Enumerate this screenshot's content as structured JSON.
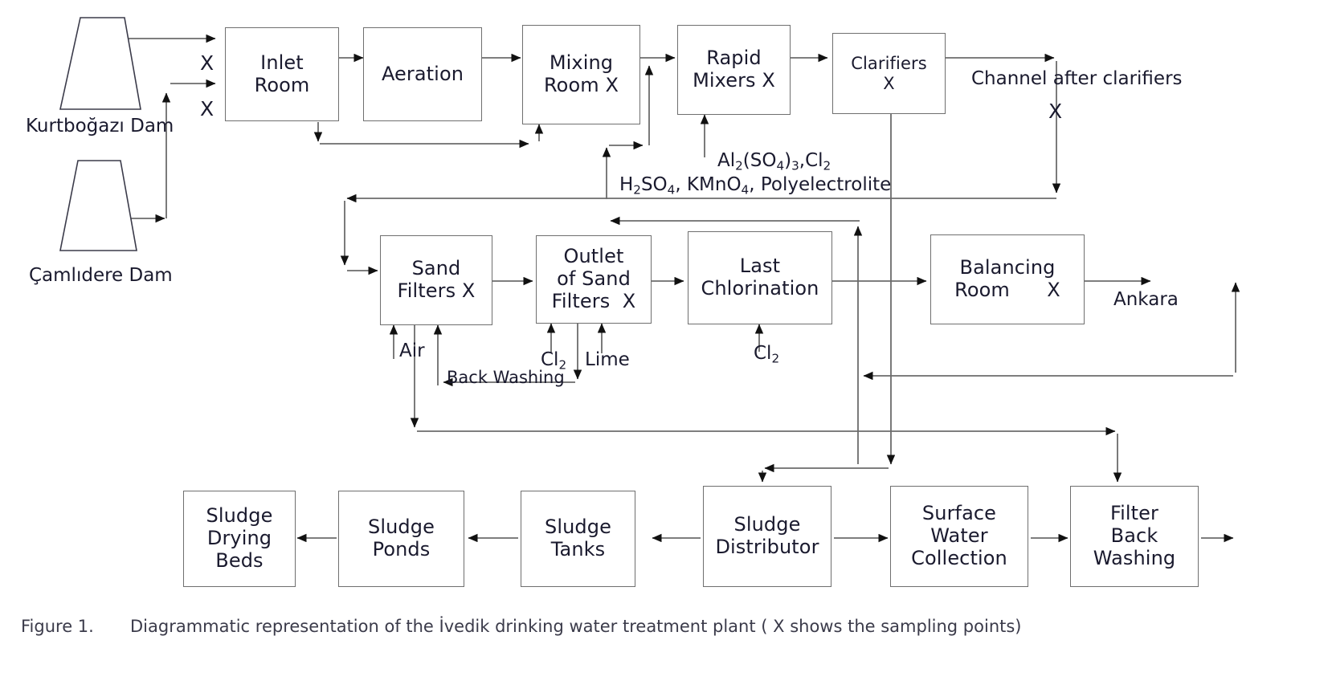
{
  "figure": {
    "number": "Figure 1.",
    "caption": "Diagrammatic representation of the İvedik drinking water treatment plant ( X shows the sampling points)"
  },
  "sources": [
    {
      "id": "kurtbogazi",
      "label": "Kurtboğazı Dam",
      "shape": "trapezoid"
    },
    {
      "id": "camlidere",
      "label": "Çamlıdere Dam",
      "shape": "trapezoid"
    }
  ],
  "boxes": {
    "inlet_room": "Inlet\nRoom",
    "aeration": "Aeration",
    "mixing_room": "Mixing\nRoom X",
    "rapid_mixers": "Rapid\nMixers X",
    "clarifiers": "Clarifiers\nX",
    "sand_filters": "Sand\nFilters X",
    "outlet_sand_filters": "Outlet\nof Sand\nFilters  X",
    "last_chlorination": "Last\nChlorination",
    "balancing_room": "Balancing\nRoom      X",
    "sludge_drying_beds": "Sludge\nDrying\nBeds",
    "sludge_ponds": "Sludge\nPonds",
    "sludge_tanks": "Sludge\nTanks",
    "sludge_distributor": "Sludge\nDistributor",
    "surface_water_collection": "Surface\nWater\nCollection",
    "filter_back_washing": "Filter\nBack\nWashing"
  },
  "labels": {
    "channel_after_clarifiers": "Channel after clarifiers",
    "chem_rapid_mixers": "Al2(SO4)3,Cl2",
    "chem_mixing_room": "H2SO4, KMnO4, Polyelectrolite",
    "air": "Air",
    "cl2_sand": "Cl2",
    "lime": "Lime",
    "cl2_chlorination": "Cl2",
    "back_washing": "Back Washing",
    "ankara": "Ankara",
    "sampling_mark": "X"
  },
  "sampling_points": [
    {
      "id": "inlet-top",
      "mark": "X"
    },
    {
      "id": "inlet-bottom",
      "mark": "X"
    },
    {
      "id": "channel-after-clarifiers",
      "mark": "X"
    }
  ],
  "colors": {
    "box_border": "#6f6f6f",
    "line": "#6b6b6b",
    "arrow_fill": "#111111",
    "text": "#1a1a2e",
    "caption_text": "#3b3b4a",
    "background": "#ffffff"
  }
}
